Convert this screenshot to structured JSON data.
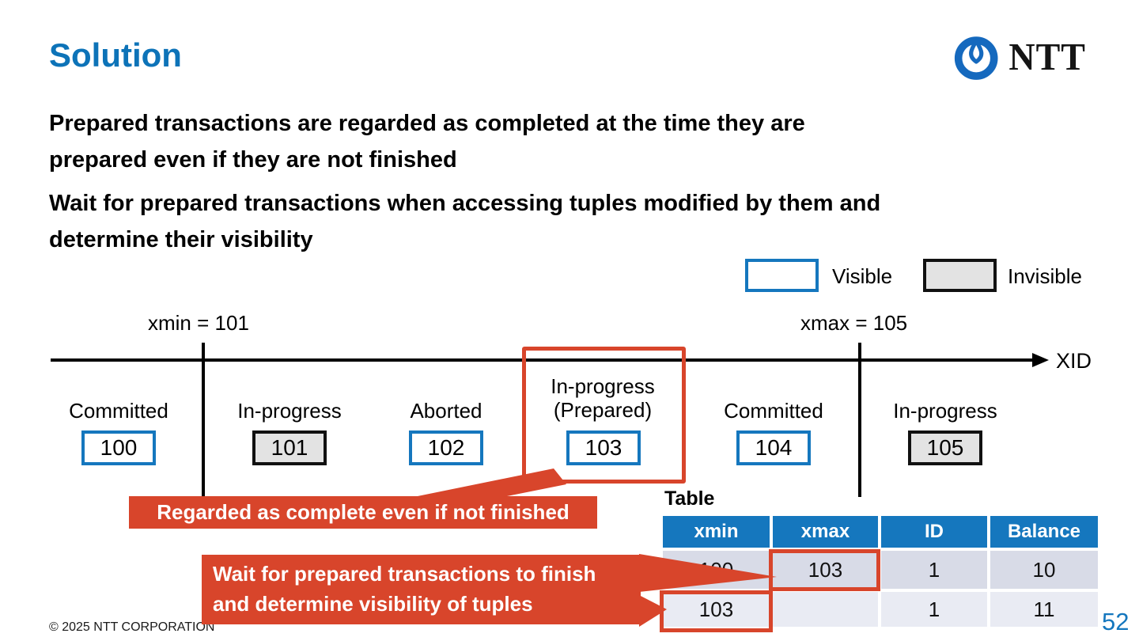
{
  "slide": {
    "title": "Solution",
    "footer": "© 2025 NTT CORPORATION",
    "page_number": "52"
  },
  "logo": {
    "text": "NTT"
  },
  "colors": {
    "accent_blue": "#1577be",
    "title_blue": "#0d73b8",
    "callout_red": "#d8452b",
    "invisible_gray": "#e3e3e3",
    "table_row1": "#d8dbe7",
    "table_row2": "#e9ebf3"
  },
  "body": {
    "p1l1": "Prepared transactions are regarded as completed at the time they are",
    "p1l2": "prepared even if they are not finished",
    "p2l1": "Wait for prepared transactions when accessing tuples modified by them and",
    "p2l2": "determine their visibility"
  },
  "legend": {
    "visible_label": "Visible",
    "invisible_label": "Invisible"
  },
  "timeline": {
    "xmin_label": "xmin = 101",
    "xmax_label": "xmax = 105",
    "axis_label": "XID",
    "items": [
      {
        "status": "Committed",
        "status_line2": "",
        "xid": "100",
        "visibility": "visible"
      },
      {
        "status": "In-progress",
        "status_line2": "",
        "xid": "101",
        "visibility": "invisible"
      },
      {
        "status": "Aborted",
        "status_line2": "",
        "xid": "102",
        "visibility": "visible"
      },
      {
        "status": "In-progress",
        "status_line2": "(Prepared)",
        "xid": "103",
        "visibility": "visible"
      },
      {
        "status": "Committed",
        "status_line2": "",
        "xid": "104",
        "visibility": "visible"
      },
      {
        "status": "In-progress",
        "status_line2": "",
        "xid": "105",
        "visibility": "invisible"
      }
    ]
  },
  "callouts": {
    "callout1": "Regarded as complete even if not finished",
    "callout2_line1": "Wait for prepared transactions to finish",
    "callout2_line2": "and determine visibility of tuples"
  },
  "table": {
    "label": "Table",
    "headers": [
      "xmin",
      "xmax",
      "ID",
      "Balance"
    ],
    "rows": [
      [
        "100",
        "103",
        "1",
        "10"
      ],
      [
        "103",
        "",
        "1",
        "11"
      ]
    ]
  }
}
